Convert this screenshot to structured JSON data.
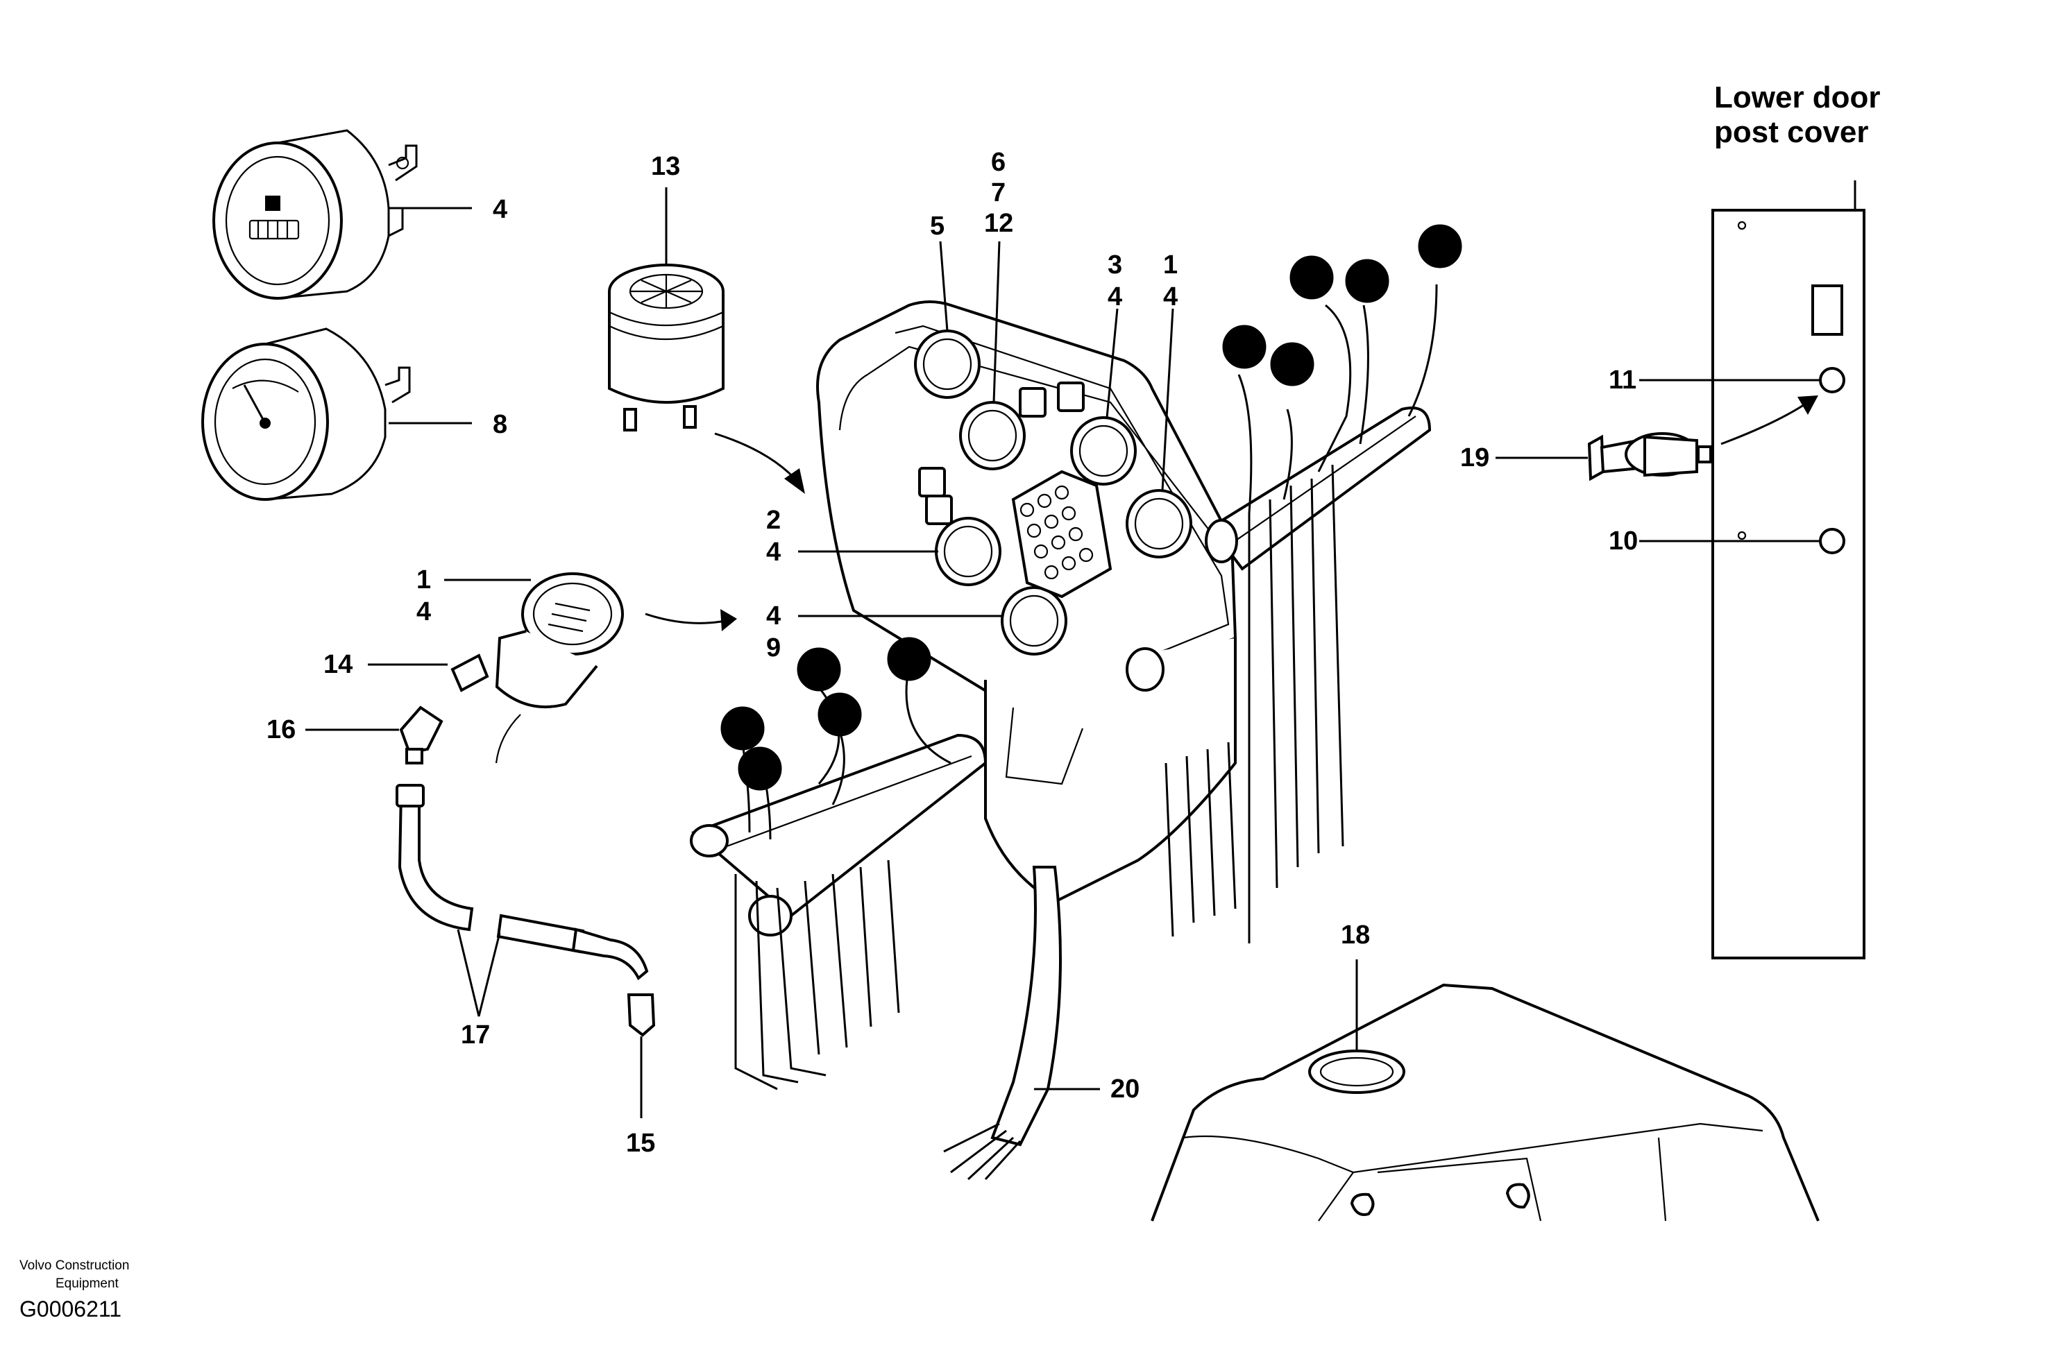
{
  "panel_title": {
    "line1": "Lower door",
    "line2": "post cover"
  },
  "callouts": {
    "c4_gauge": "4",
    "c8_gauge": "8",
    "c13": "13",
    "c5": "5",
    "c6": "6",
    "c7": "7",
    "c12": "12",
    "c3": "3",
    "c4_a": "4",
    "c1_a": "1",
    "c4_b": "4",
    "c2": "2",
    "c4_c": "4",
    "c4_d": "4",
    "c9": "9",
    "c1_b": "1",
    "c4_e": "4",
    "c14": "14",
    "c16": "16",
    "c17": "17",
    "c15": "15",
    "c20": "20",
    "c18": "18",
    "c11": "11",
    "c19": "19",
    "c10": "10"
  },
  "footer": {
    "maker_line1": "Volvo Construction",
    "maker_line2": "Equipment",
    "drawing_code": "G0006211"
  }
}
